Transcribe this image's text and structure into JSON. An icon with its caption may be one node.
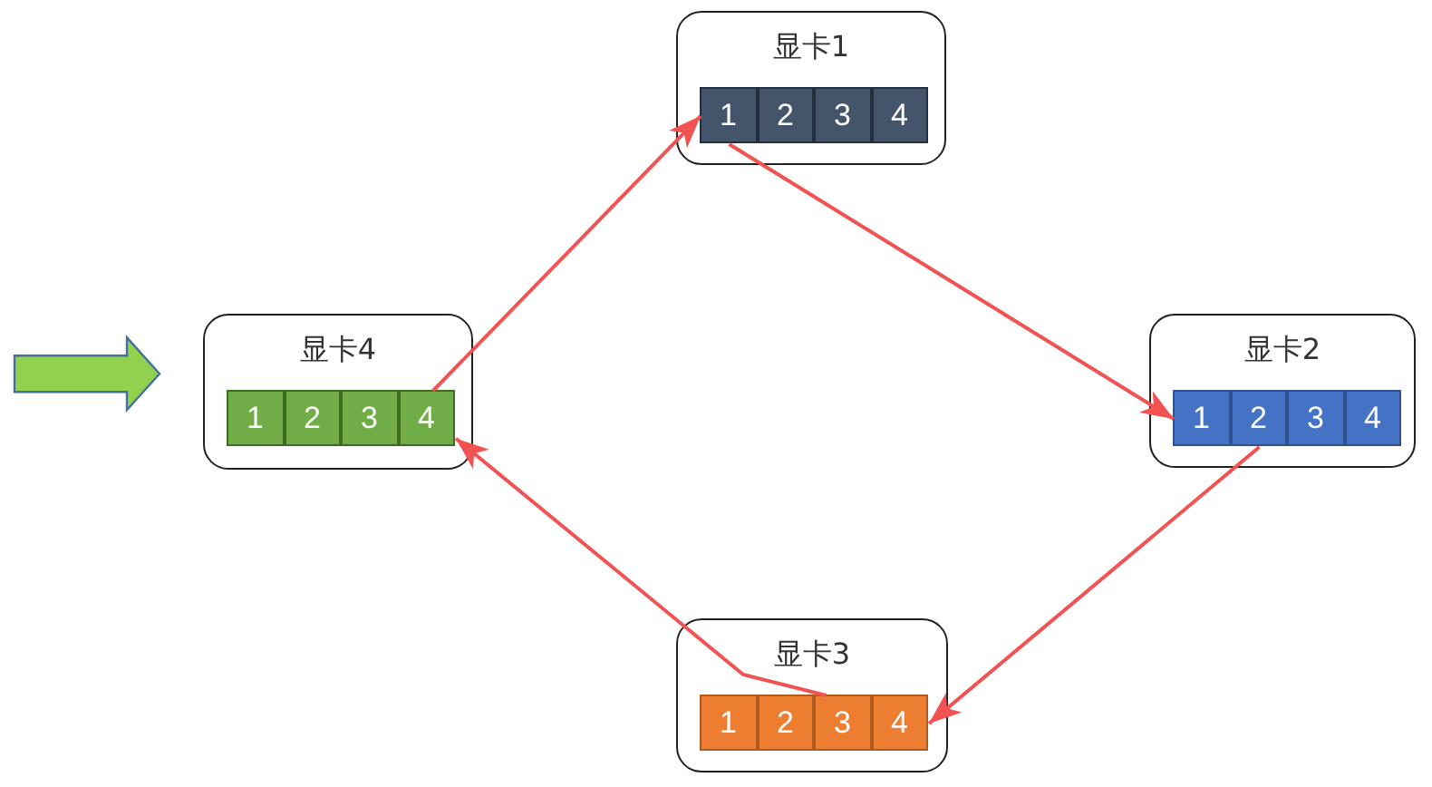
{
  "diagram": {
    "nodes": [
      {
        "text": [
          "显卡1"
        ]
      },
      {
        "text": [
          "1"
        ],
        "in": 0
      },
      {
        "text": [
          "2"
        ],
        "in": 0
      },
      {
        "text": [
          "3"
        ],
        "in": 0
      },
      {
        "text": [
          "4"
        ],
        "in": 0
      },
      {
        "text": [
          "显卡2"
        ]
      },
      {
        "text": [
          "1"
        ],
        "in": 5
      },
      {
        "text": [
          "2"
        ],
        "in": 5
      },
      {
        "text": [
          "3"
        ],
        "in": 5
      },
      {
        "text": [
          "4"
        ],
        "in": 5
      },
      {
        "text": [
          "显卡3"
        ]
      },
      {
        "text": [
          "1"
        ],
        "in": 10
      },
      {
        "text": [
          "2"
        ],
        "in": 10
      },
      {
        "text": [
          "3"
        ],
        "in": 10
      },
      {
        "text": [
          "4"
        ],
        "in": 10
      },
      {
        "text": [
          "显卡4"
        ]
      },
      {
        "text": [
          "1"
        ],
        "in": 15
      },
      {
        "text": [
          "2"
        ],
        "in": 15
      },
      {
        "text": [
          "3"
        ],
        "in": 15
      },
      {
        "text": [
          "4"
        ],
        "in": 15
      }
    ],
    "edges": [
      {
        "from": 19,
        "to": 1,
        "arrow": "to"
      },
      {
        "from": 1,
        "to": 6,
        "arrow": "to"
      },
      {
        "from": 7,
        "to": 14,
        "arrow": "to"
      },
      {
        "from": 13,
        "to": 19,
        "arrow": "to"
      },
      {
        "from": null,
        "to": 15,
        "arrow": "to",
        "style": "thick",
        "color": "#92d050"
      }
    ]
  }
}
